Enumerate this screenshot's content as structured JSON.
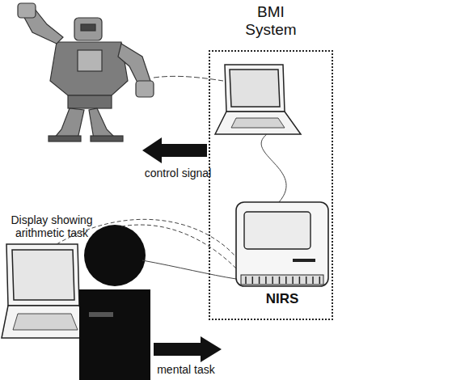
{
  "diagram": {
    "nodes": [
      {
        "text": [
          "BMI System"
        ]
      },
      {
        "text": [
          "NIRS"
        ],
        "in": 0
      }
    ],
    "labels": [
      "Display showing arithmetic task",
      "control signal",
      "mental task"
    ]
  }
}
